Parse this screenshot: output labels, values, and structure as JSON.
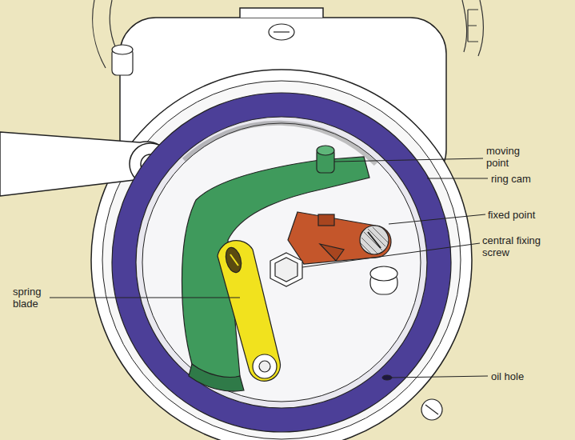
{
  "diagram": {
    "labels": [
      "moving point",
      "ring cam",
      "fixed point",
      "central fixing screw",
      "spring blade",
      "oil hole"
    ]
  }
}
